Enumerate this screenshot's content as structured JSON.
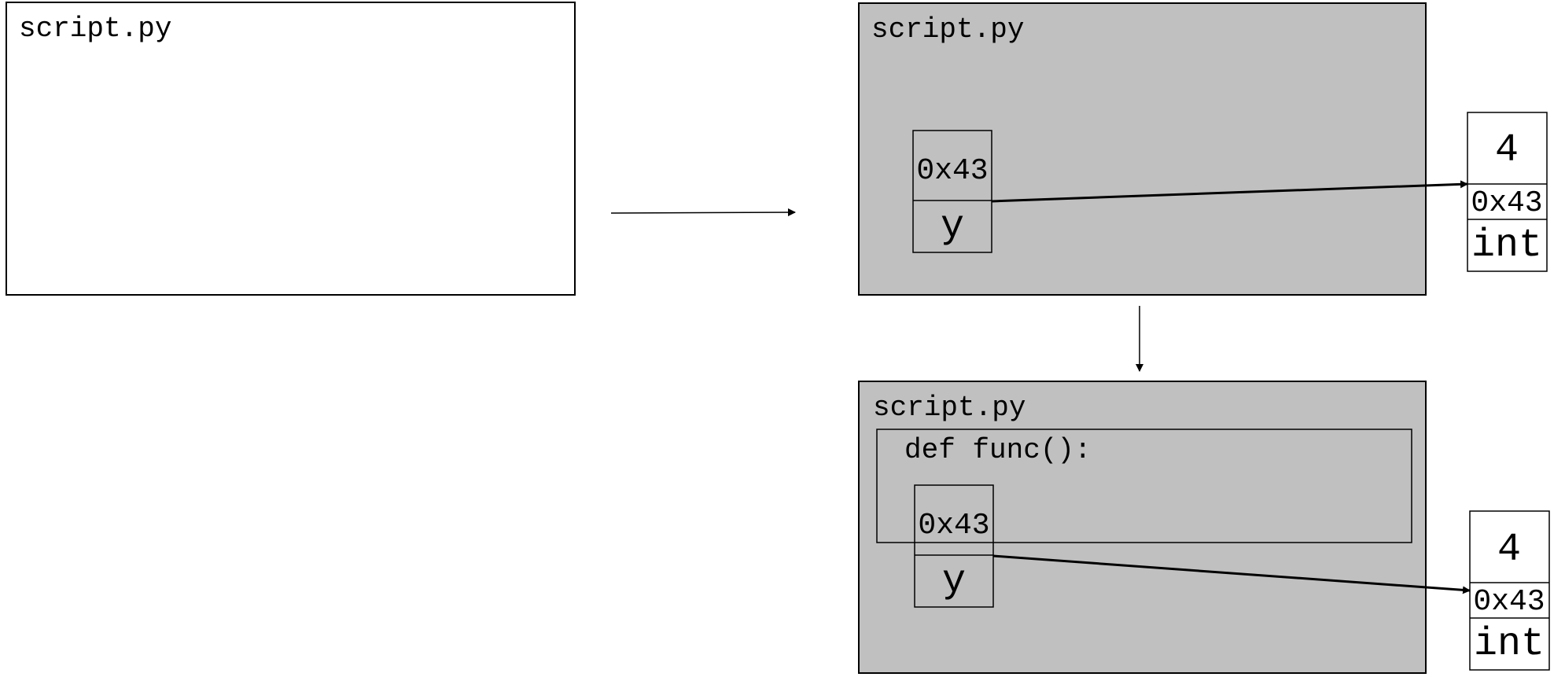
{
  "frames": {
    "initial": {
      "label": "script.py"
    },
    "global": {
      "label": "script.py",
      "variable": {
        "address": "0x43",
        "name": "y"
      }
    },
    "function": {
      "label": "script.py",
      "inner_scope_label": "def func():",
      "variable": {
        "address": "0x43",
        "name": "y"
      }
    }
  },
  "objects": [
    {
      "value": "4",
      "address": "0x43",
      "type": "int"
    },
    {
      "value": "4",
      "address": "0x43",
      "type": "int"
    }
  ],
  "colors": {
    "frame_fill": "#c0c0c0",
    "border": "#000000",
    "background": "#ffffff"
  }
}
